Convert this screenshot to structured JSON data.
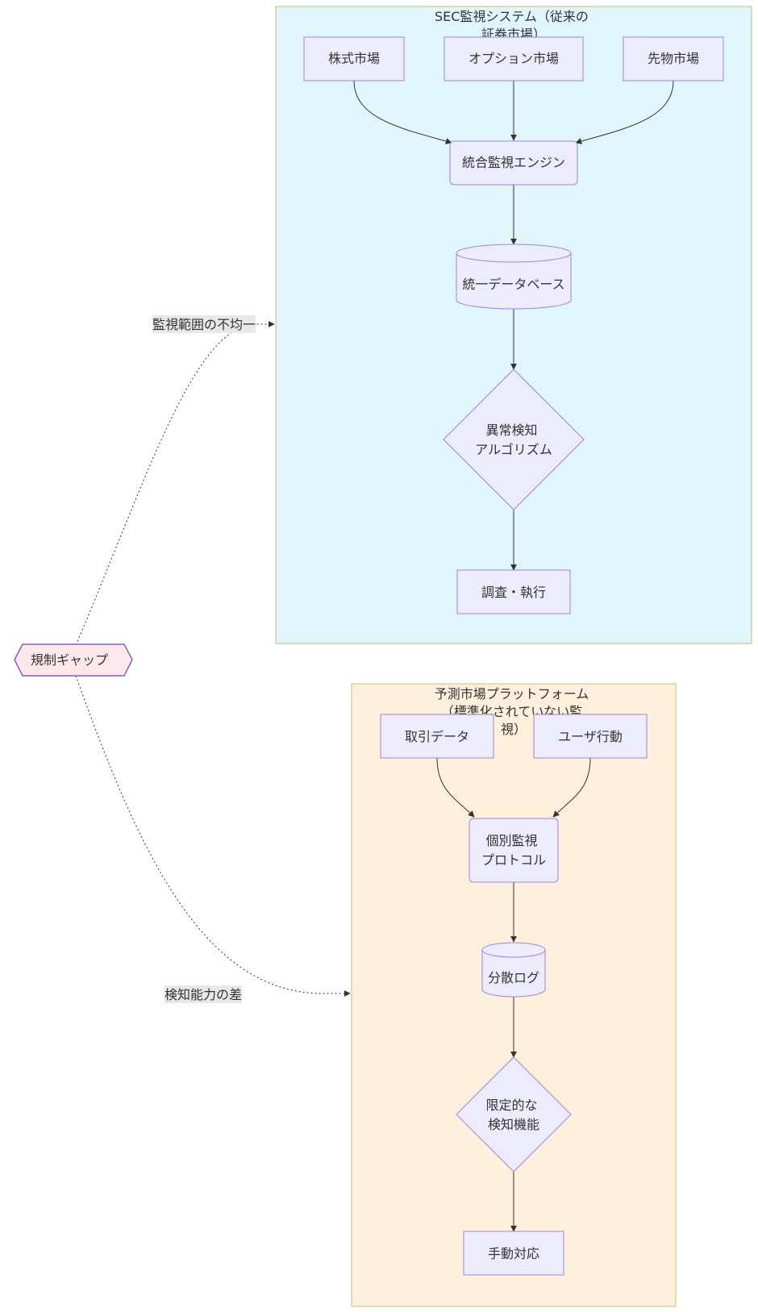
{
  "clusters": {
    "sec": {
      "title_lines": [
        "SEC監視システム（従来の",
        "証券市場）"
      ],
      "fill": "#e0f5fc",
      "stroke": "#b5c27a"
    },
    "pm": {
      "title_lines": [
        "予測市場プラットフォーム",
        "（標準化されていない監",
        "視）"
      ],
      "fill": "#fff0de",
      "stroke": "#c7bd72"
    }
  },
  "nodes": {
    "stock_market": "株式市場",
    "options_market": "オプション市場",
    "futures_market": "先物市場",
    "integrated_engine": "統合監視エンジン",
    "unified_db": "統一データベース",
    "anomaly_detection": [
      "異常検知",
      "アルゴリズム"
    ],
    "investigation": "調査・執行",
    "trade_data": "取引データ",
    "user_behavior": "ユーザ行動",
    "individual_protocol": [
      "個別監視",
      "プロトコル"
    ],
    "distributed_log": "分散ログ",
    "limited_detection": [
      "限定的な",
      "検知機能"
    ],
    "manual_response": "手動対応",
    "regulatory_gap": "規制ギャップ"
  },
  "edge_labels": {
    "gap_to_sec": "監視範囲の不均一",
    "gap_to_pm": "検知能力の差"
  },
  "colors": {
    "node_fill": "#ececfd",
    "node_stroke": "#9b86d4",
    "gap_fill": "#ffe8ec",
    "gap_stroke": "#8a5bd0",
    "edge": "#333333",
    "label_bg": "#e8e8e8"
  }
}
